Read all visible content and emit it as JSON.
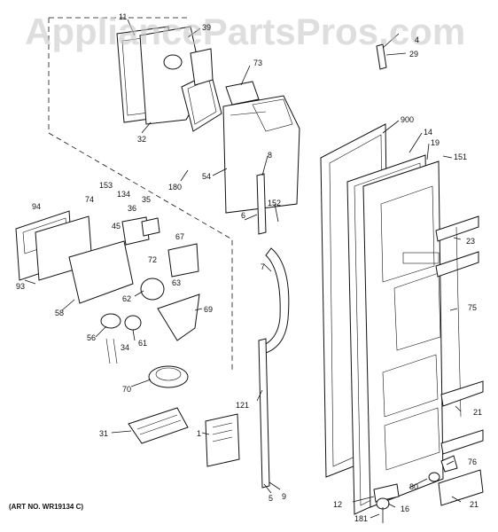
{
  "watermark": "AppliancePartsPros.com",
  "art_number": "(ART NO. WR19134 C)",
  "callouts": [
    "11",
    "39",
    "4",
    "29",
    "73",
    "32",
    "900",
    "14",
    "19",
    "151",
    "8",
    "180",
    "54",
    "153",
    "74",
    "134",
    "35",
    "36",
    "94",
    "152",
    "6",
    "45",
    "67",
    "23",
    "72",
    "93",
    "63",
    "7",
    "62",
    "69",
    "75",
    "58",
    "56",
    "61",
    "34",
    "121",
    "21",
    "70",
    "31",
    "1",
    "76",
    "80",
    "9",
    "5",
    "12",
    "16",
    "181",
    "21"
  ]
}
